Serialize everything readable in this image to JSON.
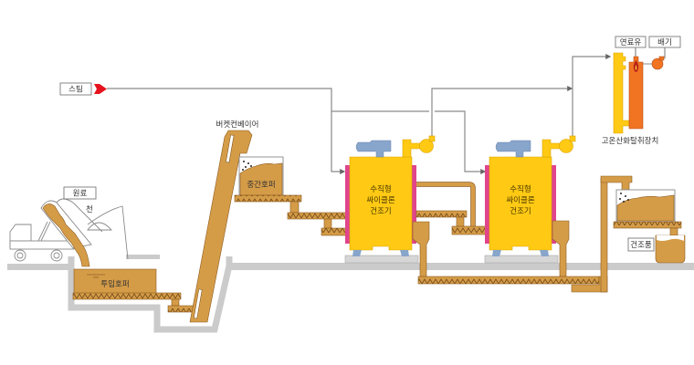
{
  "diagram": {
    "title": "수직형 싸이클론 건조 공정도",
    "labels": {
      "steam": "스팀",
      "raw_material": "원료",
      "cover": "천",
      "bucket_conveyor": "버켓컨베이어",
      "intermediate_hopper": "중간호퍼",
      "input_hopper": "투입호퍼",
      "fuel_oil": "연료유",
      "exhaust": "배기",
      "deodorizer": "고온산화탈취장치",
      "dried_product": "건조품"
    },
    "dryers": [
      {
        "lines": [
          "수직형",
          "싸이클론",
          "건조기"
        ]
      },
      {
        "lines": [
          "수직형",
          "싸이클론",
          "건조기"
        ]
      }
    ]
  },
  "colors": {
    "brown": "#d59c48",
    "brown-dark": "#8b5a1e",
    "yellow": "#ffc914",
    "pink": "#e0458c",
    "motor": "#88a5cb",
    "orange": "#f07422",
    "ground": "#cbcbcb",
    "line": "#8a8a8a",
    "steam-arrow": "#e5121d"
  }
}
